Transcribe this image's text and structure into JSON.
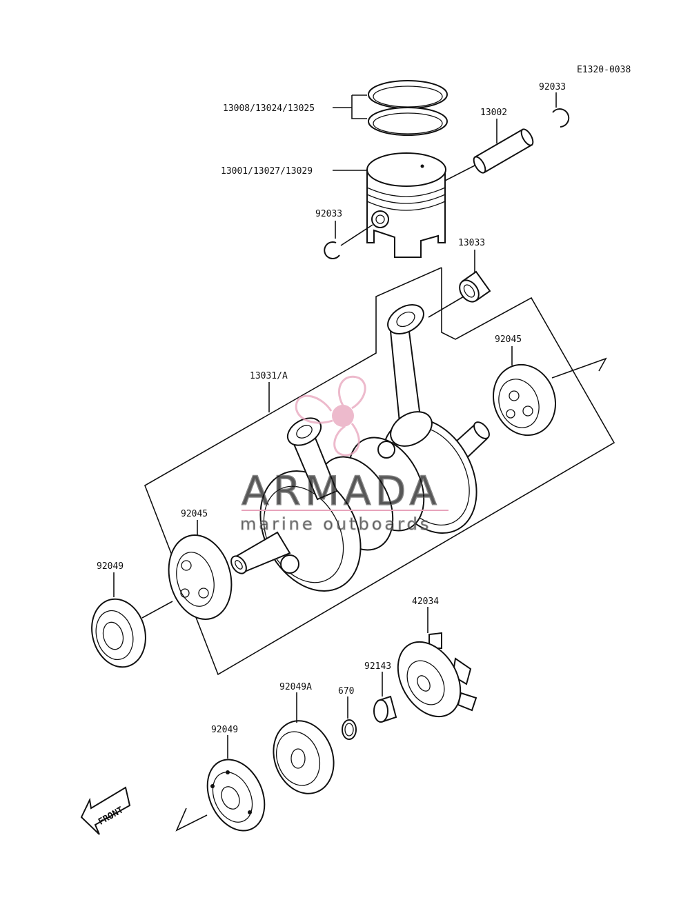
{
  "diagram": {
    "code": "E1320-0038",
    "labels": {
      "p92033_top": "92033",
      "p13002": "13002",
      "p13008": "13008/13024/13025",
      "p13001": "13001/13027/13029",
      "p92033_mid": "92033",
      "p13033": "13033",
      "p13031": "13031/A",
      "p92045_right": "92045",
      "p92045_left": "92045",
      "p92049_left": "92049",
      "p42034": "42034",
      "p92143": "92143",
      "p670": "670",
      "p92049A": "92049A",
      "p92049_bottom": "92049"
    },
    "front_label": "FRONT"
  },
  "watermark": {
    "brand": "ARMADA",
    "tagline": "marine outboards",
    "color": "#e08aa8"
  }
}
